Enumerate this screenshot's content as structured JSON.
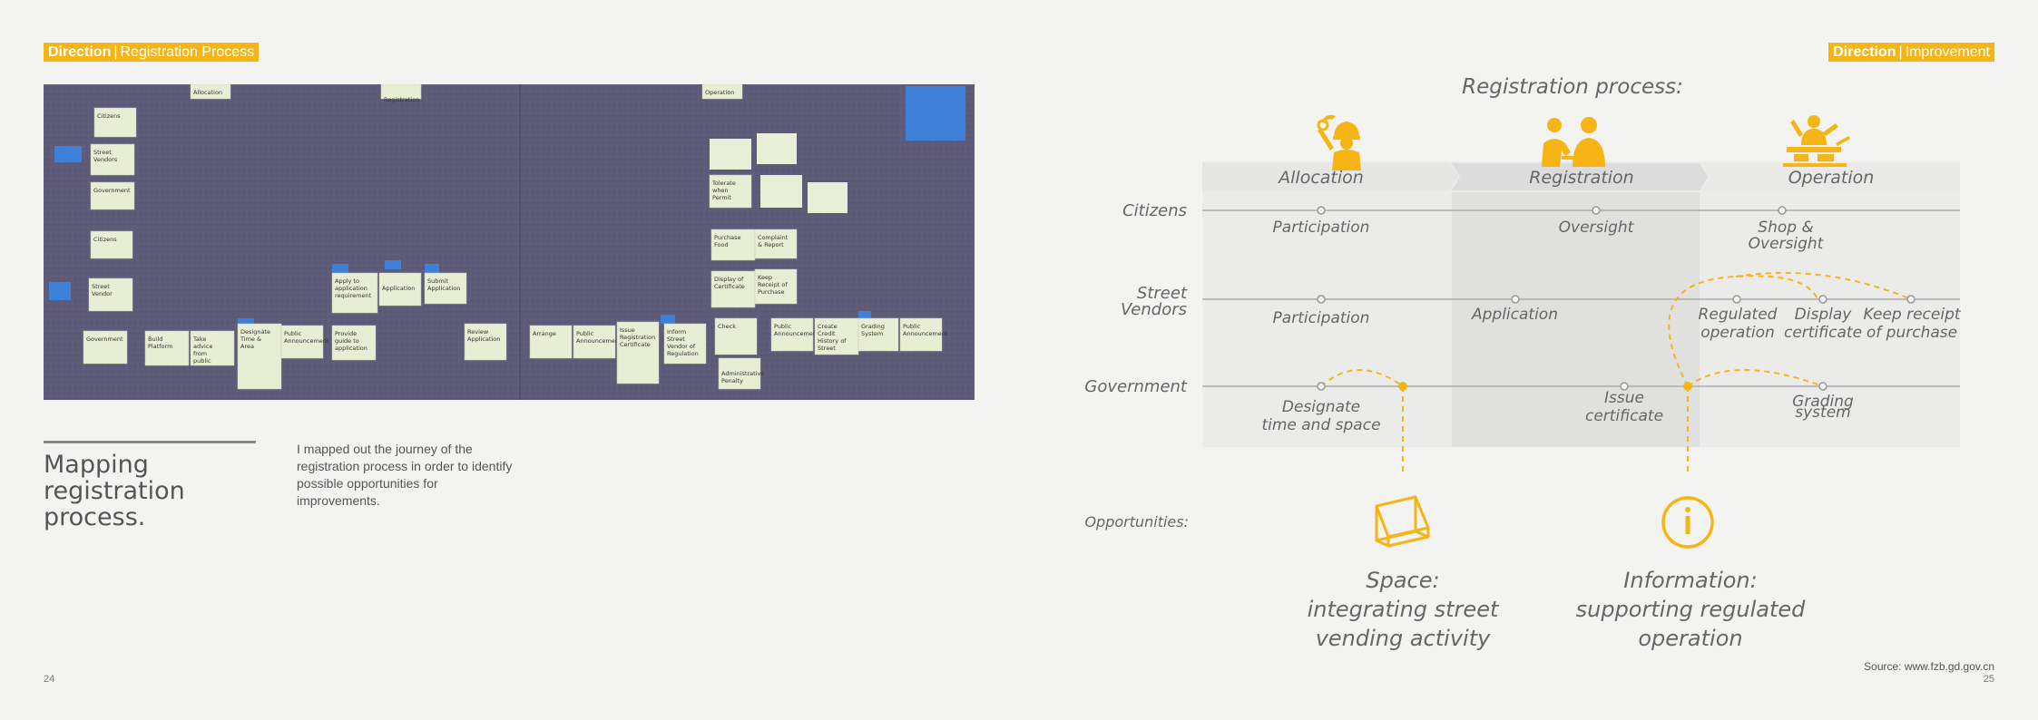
{
  "left_page": {
    "tag": {
      "bold": "Direction",
      "separator": "|",
      "rest": "Registration Process"
    },
    "heading": [
      "Mapping",
      "registration",
      "process."
    ],
    "description": "I mapped out the journey of the registration process in order to identify possible opportunities for improvements.",
    "page_number": "24",
    "photo": {
      "notes": [
        "Allocation",
        "Registration",
        "Operation",
        "Citizens",
        "Street Vendors",
        "Government",
        "Citizens",
        "Street Vendor",
        "Government",
        "Build Platform",
        "Take advice from public",
        "Designate Time & Area",
        "Public Announcement",
        "Apply to application requirement",
        "Application",
        "Submit Application",
        "Provide guide to application",
        "Review Application",
        "Arrange",
        "Public Announcement",
        "Issue Registration Certificate",
        "Inform Street Vendor of Regulation",
        "Check",
        "Administrative Penalty",
        "Public Announcement",
        "Create Credit History of Street Vendors",
        "Grading System",
        "Public Announcement",
        "Display of Certificate",
        "Keep Receipt of Purchase",
        "Purchase Food",
        "Complaint & Report",
        "Tolerate when Permit"
      ]
    }
  },
  "right_page": {
    "tag": {
      "bold": "Direction",
      "separator": "|",
      "rest": "Improvement"
    },
    "page_number": "25",
    "source": "Source: www.fzb.gd.gov.cn"
  },
  "diagram": {
    "title": "Registration process:",
    "stages": [
      {
        "label": "Allocation",
        "icon": "worker-icon"
      },
      {
        "label": "Registration",
        "icon": "people-meeting-icon"
      },
      {
        "label": "Operation",
        "icon": "vendor-cooking-icon"
      }
    ],
    "rows": [
      {
        "label": [
          "Citizens"
        ]
      },
      {
        "label": [
          "Street",
          "Vendors"
        ]
      },
      {
        "label": [
          "Government"
        ]
      }
    ],
    "steps": {
      "citizens_allocation": [
        "Participation"
      ],
      "citizens_registration": [
        "Oversight"
      ],
      "citizens_operation": [
        "Shop &",
        "Oversight"
      ],
      "vendors_allocation": [
        "Participation"
      ],
      "vendors_registration": [
        "Application"
      ],
      "vendors_regulated": [
        "Regulated",
        "operation"
      ],
      "vendors_display": [
        "Display",
        "certificate"
      ],
      "vendors_receipt": [
        "Keep receipt",
        "of purchase"
      ],
      "gov_allocation": [
        "Designate",
        "time and space"
      ],
      "gov_registration": [
        "Issue",
        "certificate"
      ],
      "gov_operation": [
        "Grading",
        "system"
      ]
    },
    "opportunities_label": "Opportunities:",
    "opportunities": [
      {
        "icon": "cube-icon",
        "title": "Space:",
        "lines": [
          "integrating street",
          "vending activity"
        ]
      },
      {
        "icon": "info-icon",
        "title": "Information:",
        "lines": [
          "supporting regulated",
          "operation"
        ]
      }
    ],
    "colors": {
      "accent": "#f6b514",
      "text": "#666666",
      "line": "#aaaaaa",
      "band": "#e3e3e3"
    }
  }
}
